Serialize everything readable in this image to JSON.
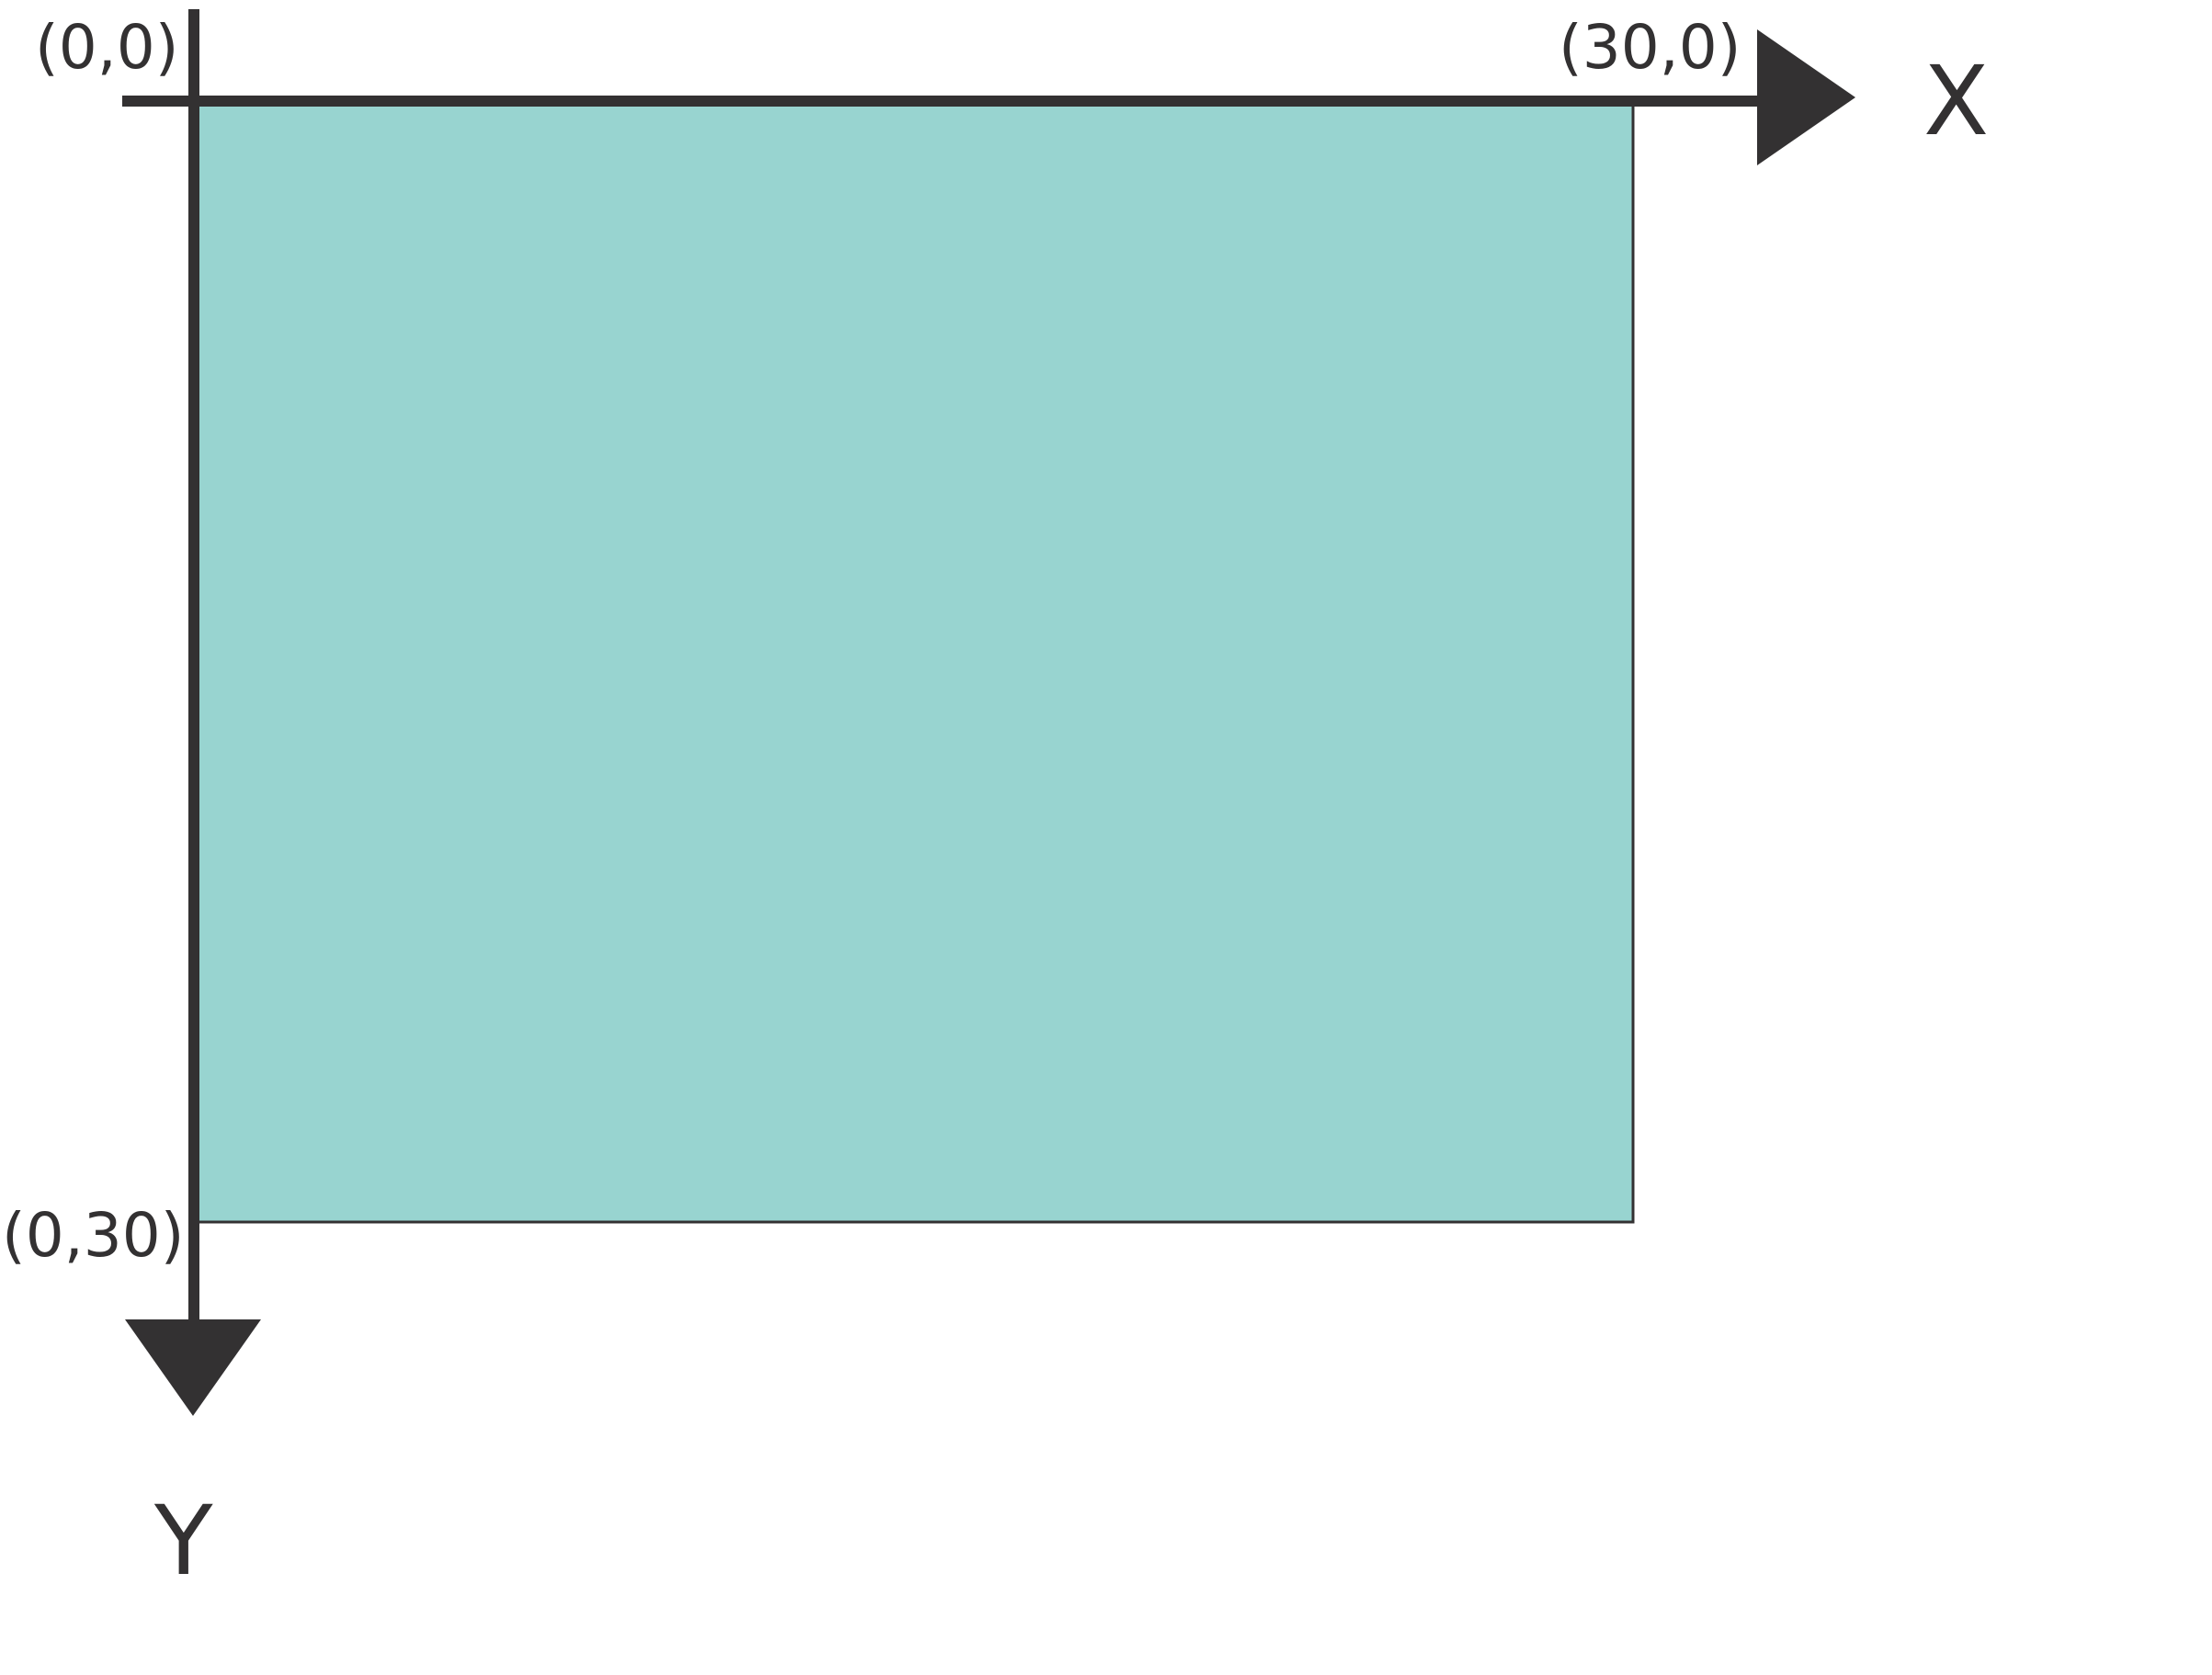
{
  "colors": {
    "axis": "#333132",
    "region_fill": "#98d4d0",
    "region_border": "#333132",
    "background": "#ffffff"
  },
  "labels": {
    "origin": "(0,0)",
    "x_end": "(30,0)",
    "y_end": "(0,30)",
    "x_axis": "X",
    "y_axis": "Y"
  }
}
